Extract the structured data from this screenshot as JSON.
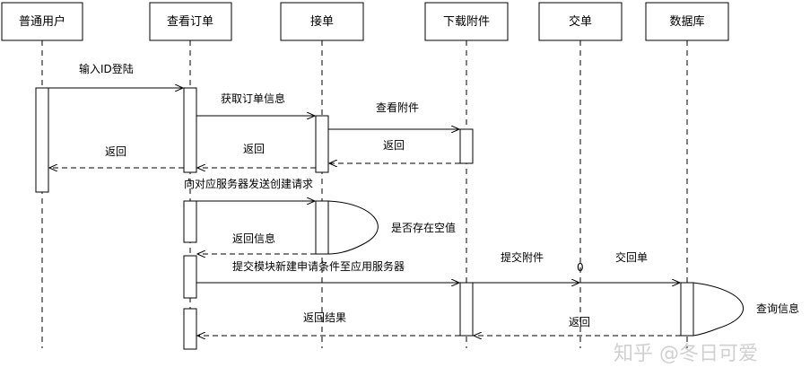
{
  "participants": [
    {
      "id": "user",
      "label": "普通用户"
    },
    {
      "id": "view",
      "label": "查看订单"
    },
    {
      "id": "accept",
      "label": "接单"
    },
    {
      "id": "download",
      "label": "下载附件"
    },
    {
      "id": "deliver",
      "label": "交单"
    },
    {
      "id": "db",
      "label": "数据库"
    }
  ],
  "messages": {
    "login": "输入ID登陆",
    "fetch_order": "获取订单信息",
    "view_attachment": "查看附件",
    "return_a": "返回",
    "return_b": "返回",
    "return_c": "返回",
    "send_create_request": "向对应服务器发送创建请求",
    "check_empty": "是否存在空值",
    "return_info": "返回信息",
    "submit_new": "提交模块新建申请条件至应用服务器",
    "submit_attachment": "提交附件",
    "deliver_order": "交回单",
    "query_info": "查询信息",
    "return_result": "返回结果",
    "return_d": "返回",
    "stray_mark": "0"
  },
  "watermark": "知乎 @冬日可爱"
}
